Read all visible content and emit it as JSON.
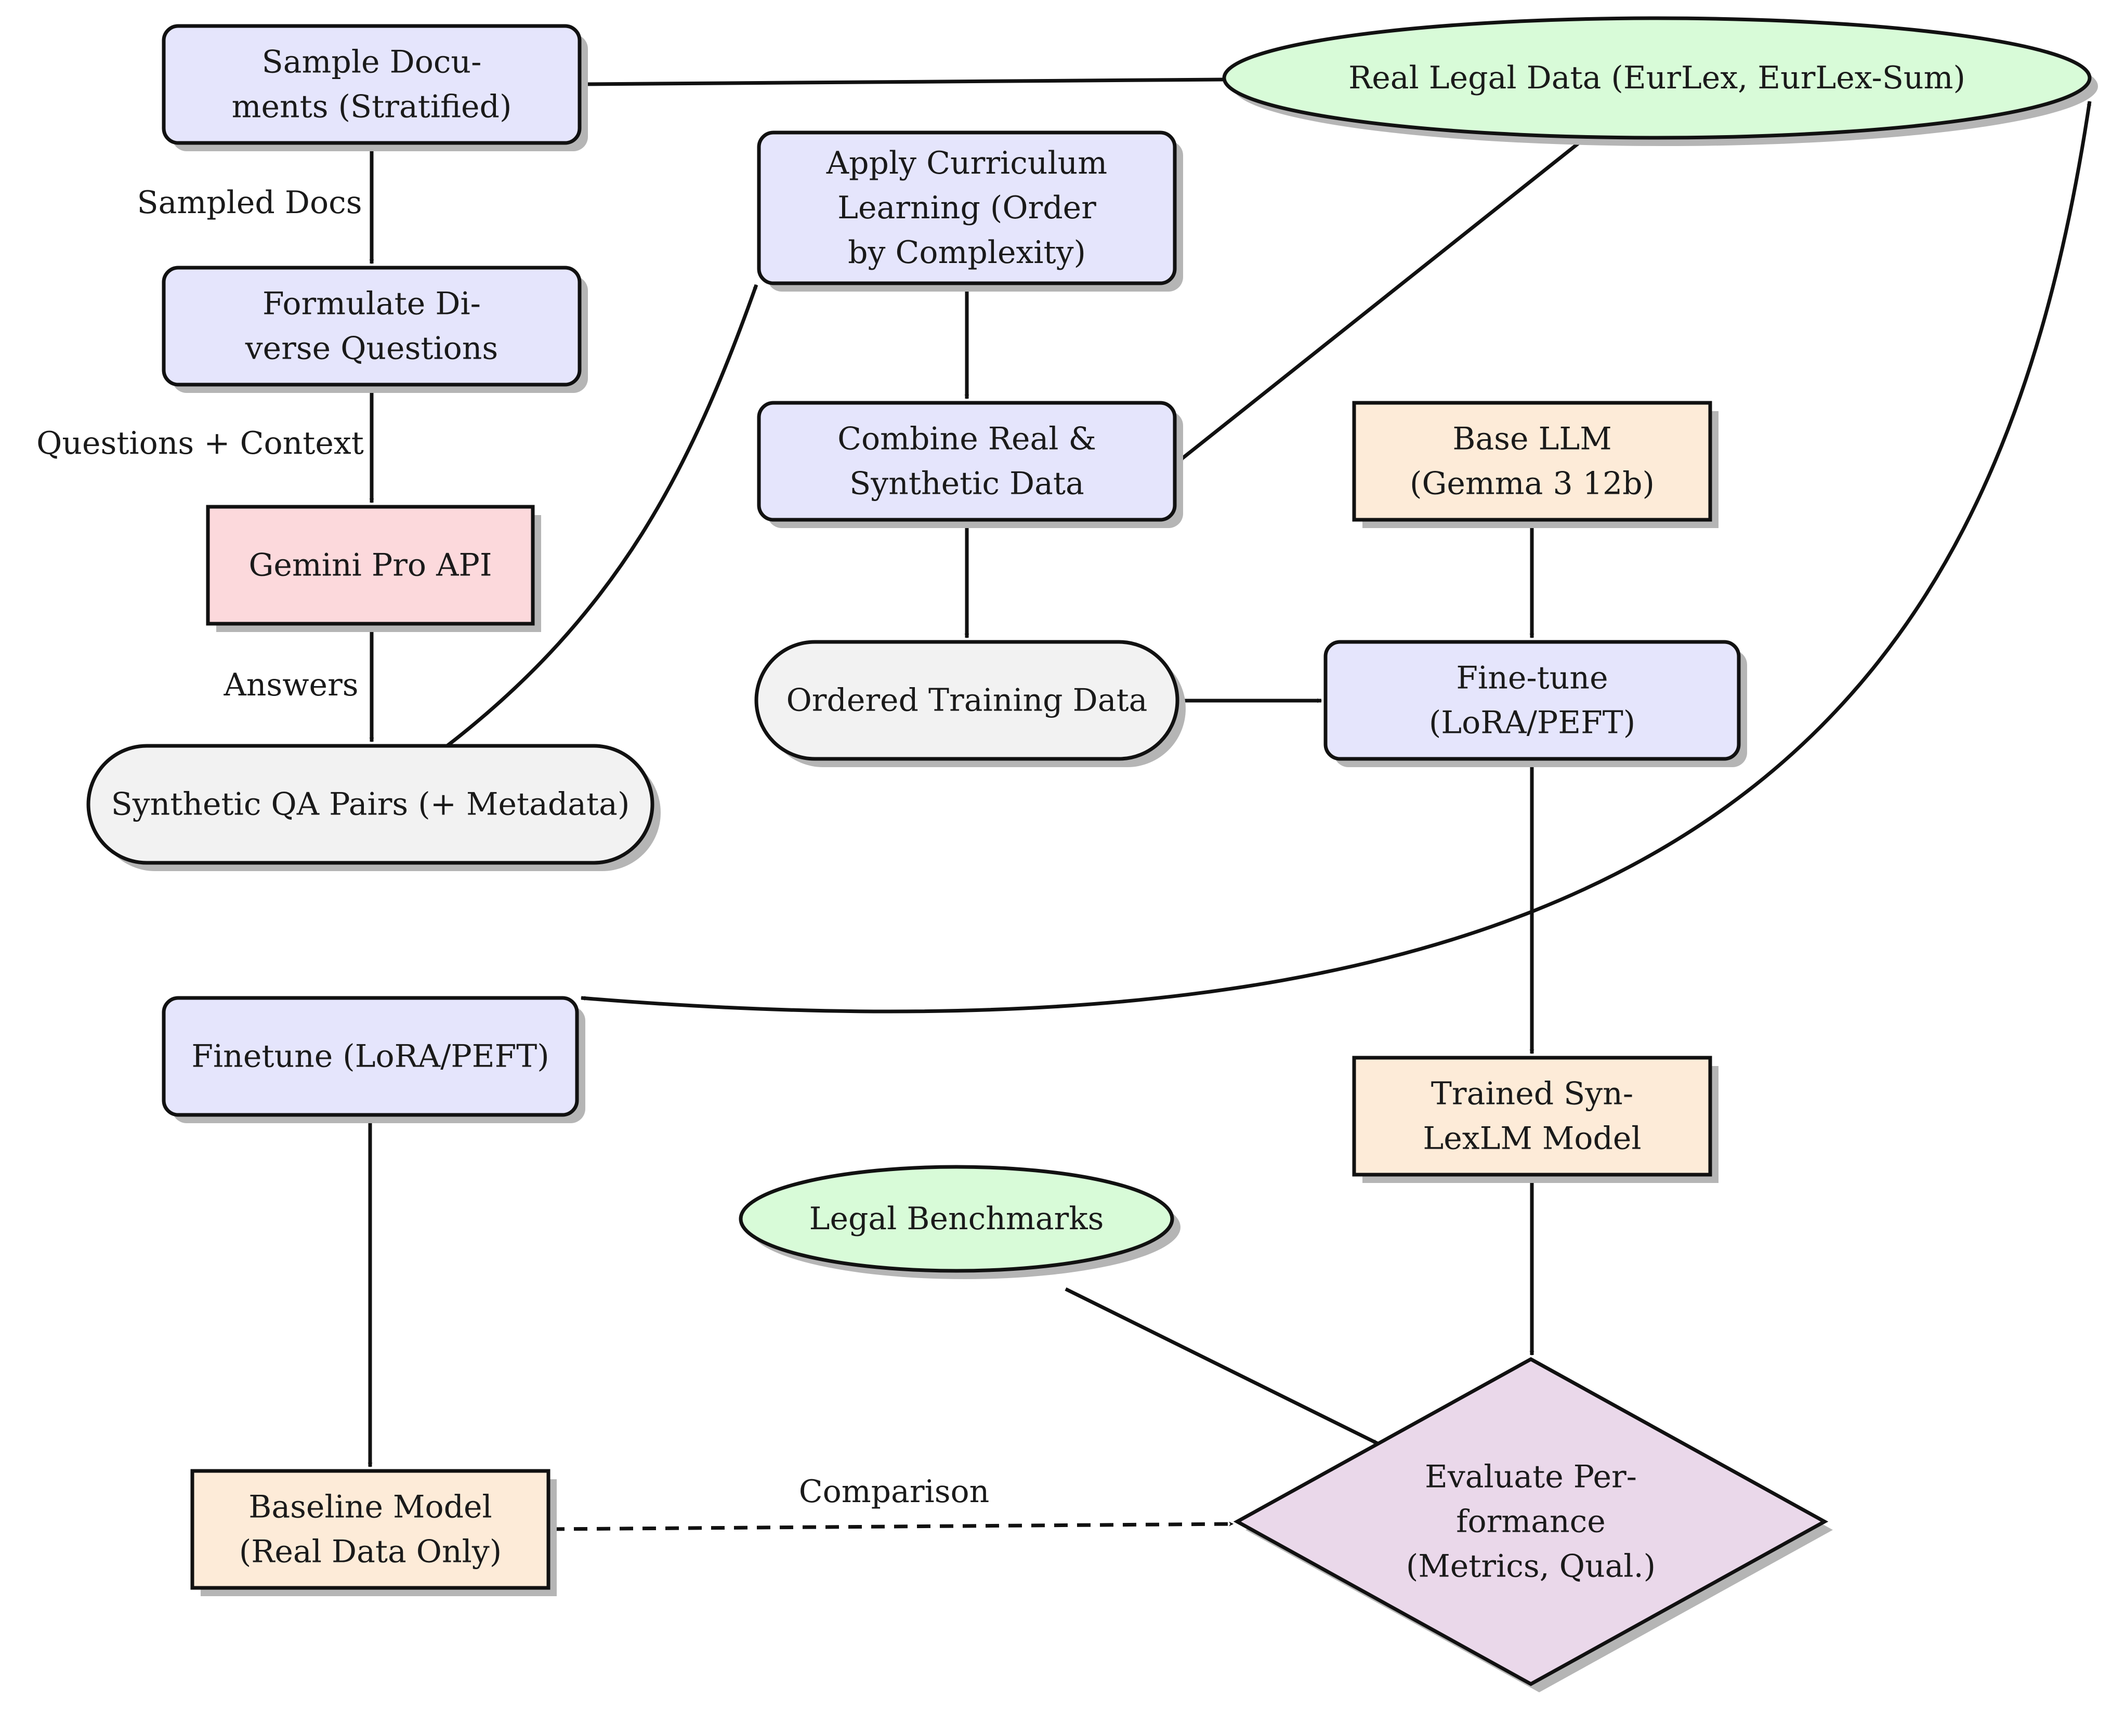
{
  "colors": {
    "process": "#e5e5fc",
    "api": "#fcd9dc",
    "model": "#fdebd8",
    "data": "#f2f2f2",
    "source": "#d8fbd8",
    "decision": "#ead8ea",
    "stroke": "#111111",
    "shadow": "#b5b5b5"
  },
  "nodes": {
    "sample_docs": {
      "lines": [
        "Sample Docu-",
        "ments (Stratified)"
      ],
      "shape": "rounded-rect",
      "fill": "process"
    },
    "formulate_questions": {
      "lines": [
        "Formulate Di-",
        "verse Questions"
      ],
      "shape": "rounded-rect",
      "fill": "process"
    },
    "gemini_api": {
      "lines": [
        "Gemini Pro API"
      ],
      "shape": "rect",
      "fill": "api"
    },
    "synthetic_qa": {
      "lines": [
        "Synthetic QA Pairs (+ Metadata)"
      ],
      "shape": "stadium",
      "fill": "data"
    },
    "curriculum": {
      "lines": [
        "Apply Curriculum",
        "Learning (Order",
        "by Complexity)"
      ],
      "shape": "rounded-rect",
      "fill": "process"
    },
    "combine": {
      "lines": [
        "Combine Real &",
        "Synthetic Data"
      ],
      "shape": "rounded-rect",
      "fill": "process"
    },
    "ordered_data": {
      "lines": [
        "Ordered Training Data"
      ],
      "shape": "stadium",
      "fill": "data"
    },
    "real_data": {
      "lines": [
        "Real Legal Data (EurLex, EurLex-Sum)"
      ],
      "shape": "ellipse",
      "fill": "source"
    },
    "base_llm": {
      "lines": [
        "Base LLM",
        "(Gemma 3 12b)"
      ],
      "shape": "rect",
      "fill": "model"
    },
    "fine_tune": {
      "lines": [
        "Fine-tune",
        "(LoRA/PEFT)"
      ],
      "shape": "rounded-rect",
      "fill": "process"
    },
    "finetune_baseline": {
      "lines": [
        "Finetune (LoRA/PEFT)"
      ],
      "shape": "rounded-rect",
      "fill": "process"
    },
    "trained_model": {
      "lines": [
        "Trained Syn-",
        "LexLM Model"
      ],
      "shape": "rect",
      "fill": "model"
    },
    "legal_benchmarks": {
      "lines": [
        "Legal Benchmarks"
      ],
      "shape": "ellipse",
      "fill": "source"
    },
    "baseline_model": {
      "lines": [
        "Baseline Model",
        "(Real Data Only)"
      ],
      "shape": "rect",
      "fill": "model"
    },
    "evaluate": {
      "lines": [
        "Evaluate Per-",
        "formance",
        "(Metrics, Qual.)"
      ],
      "shape": "diamond",
      "fill": "decision"
    }
  },
  "edges": [
    {
      "from": "real_data",
      "to": "sample_docs",
      "label": ""
    },
    {
      "from": "sample_docs",
      "to": "formulate_questions",
      "label": "Sampled Docs"
    },
    {
      "from": "formulate_questions",
      "to": "gemini_api",
      "label": "Questions + Context"
    },
    {
      "from": "gemini_api",
      "to": "synthetic_qa",
      "label": "Answers"
    },
    {
      "from": "synthetic_qa",
      "to": "curriculum",
      "label": ""
    },
    {
      "from": "curriculum",
      "to": "combine",
      "label": ""
    },
    {
      "from": "real_data",
      "to": "combine",
      "label": ""
    },
    {
      "from": "combine",
      "to": "ordered_data",
      "label": ""
    },
    {
      "from": "ordered_data",
      "to": "fine_tune",
      "label": ""
    },
    {
      "from": "base_llm",
      "to": "fine_tune",
      "label": ""
    },
    {
      "from": "fine_tune",
      "to": "trained_model",
      "label": ""
    },
    {
      "from": "real_data",
      "to": "finetune_baseline",
      "label": "",
      "bidirectional": true
    },
    {
      "from": "finetune_baseline",
      "to": "baseline_model",
      "label": ""
    },
    {
      "from": "trained_model",
      "to": "evaluate",
      "label": ""
    },
    {
      "from": "legal_benchmarks",
      "to": "evaluate",
      "label": ""
    },
    {
      "from": "baseline_model",
      "to": "evaluate",
      "label": "Comparison",
      "dashed": true
    }
  ]
}
